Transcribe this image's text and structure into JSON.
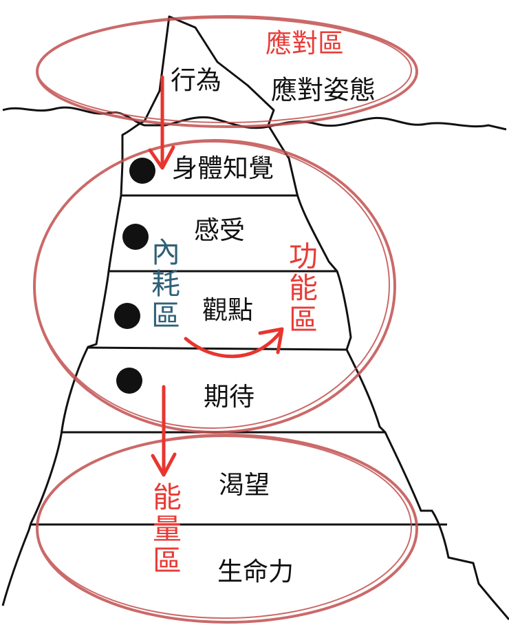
{
  "colors": {
    "outline": "#111111",
    "circle": "#c2504f",
    "arrow": "#e8352e",
    "red_text": "#e83b36",
    "blue_text": "#2f6178"
  },
  "zones": {
    "coping_title": "應對區",
    "internal_friction": "內耗區",
    "functional": "功能區",
    "energy": "能量區"
  },
  "layers": {
    "behavior": "行為",
    "coping_stance": "應對姿態",
    "body_awareness": "身體知覺",
    "feelings": "感受",
    "perceptions": "觀點",
    "expectations": "期待",
    "yearnings": "渴望",
    "life_force": "生命力"
  }
}
